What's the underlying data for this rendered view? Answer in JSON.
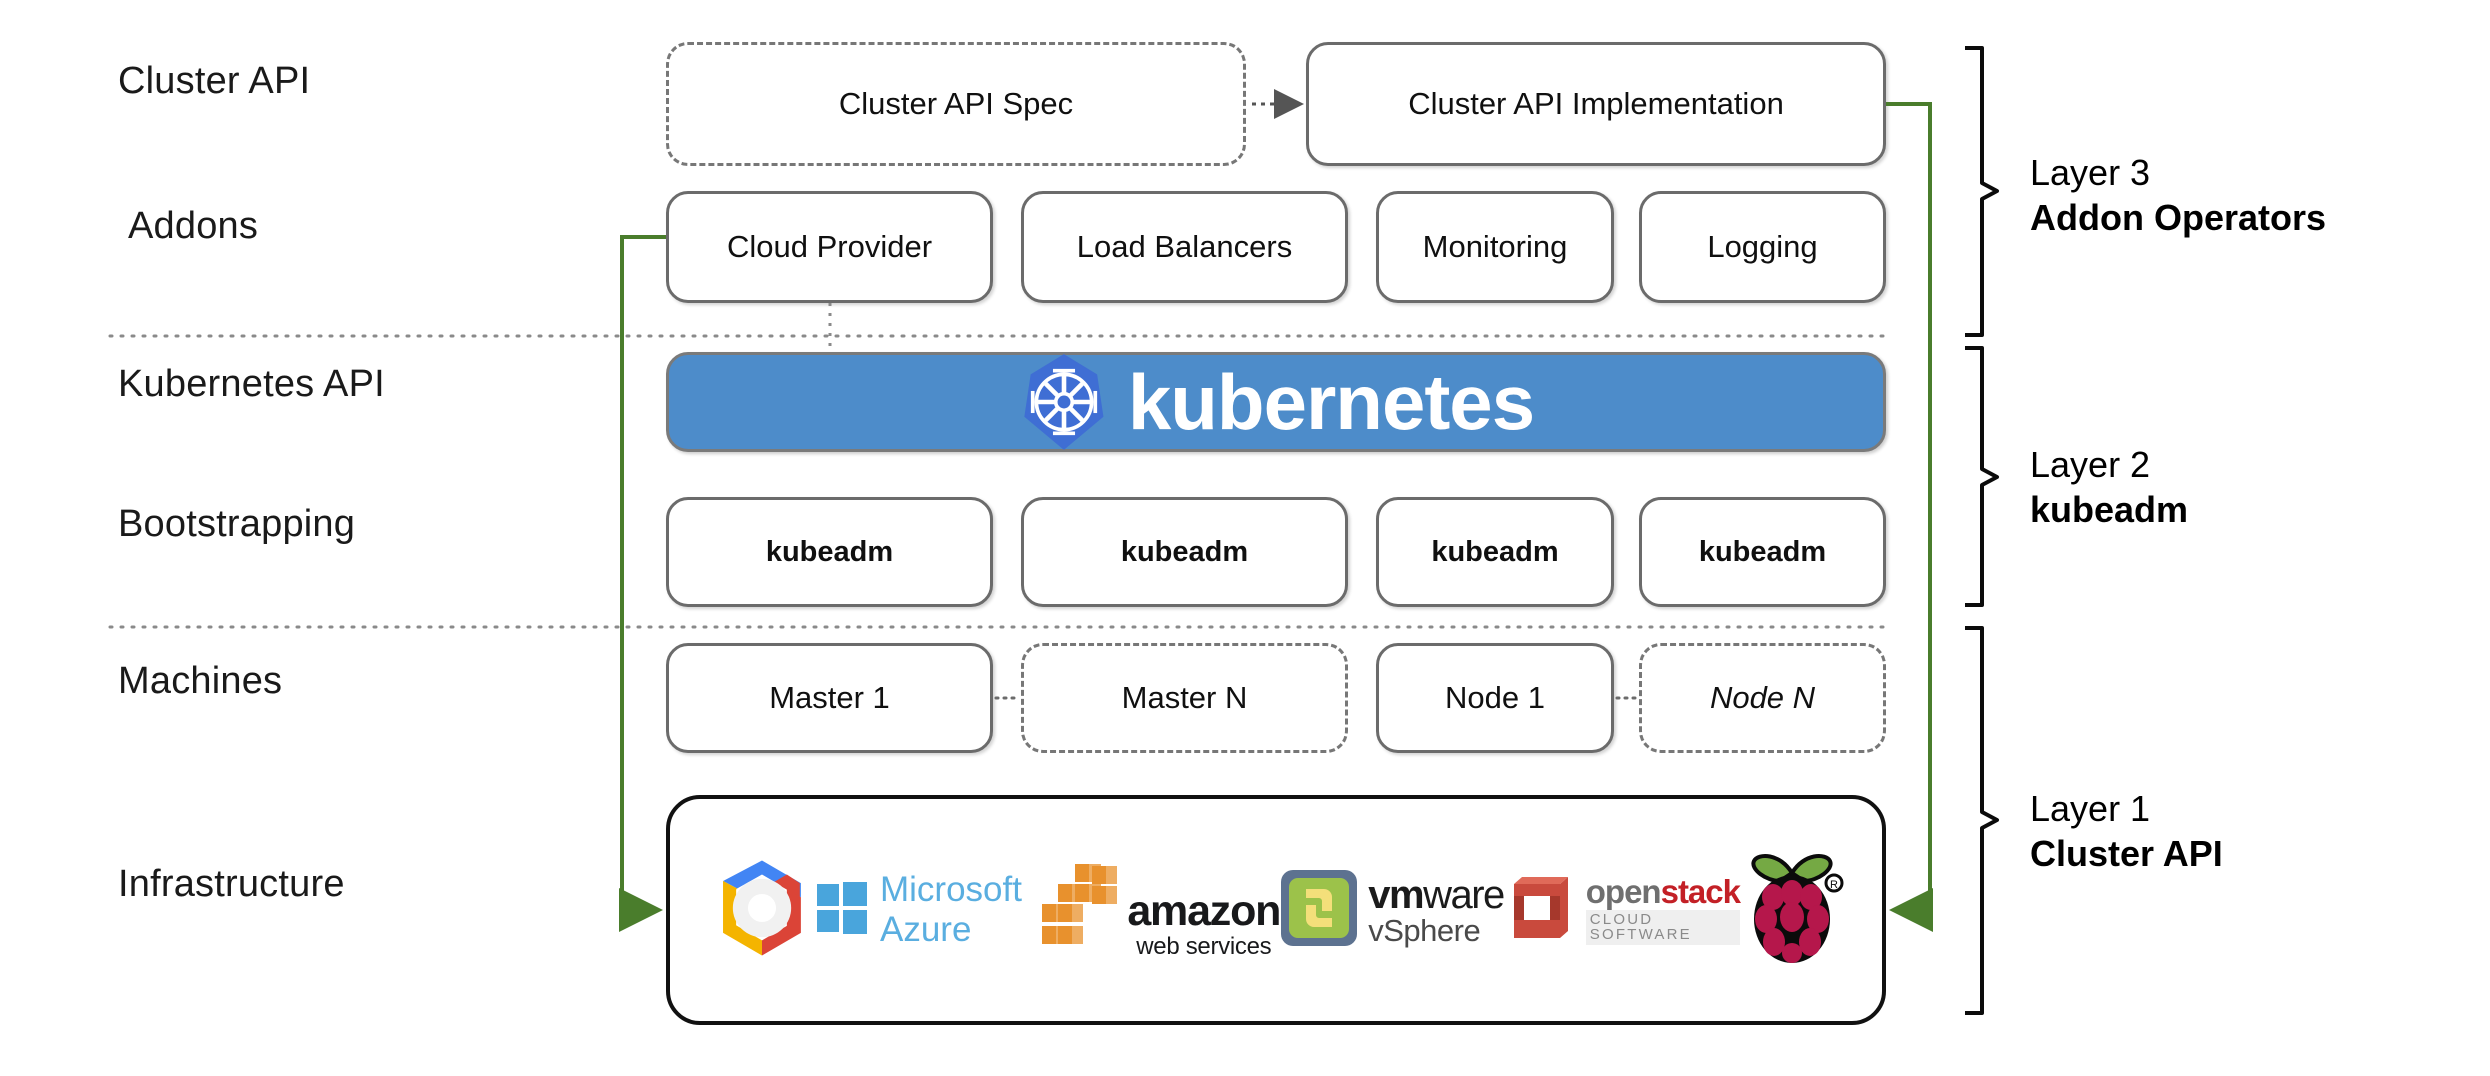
{
  "diagram": {
    "title": "Kubernetes Cluster API layered architecture",
    "background_color": "#ffffff",
    "accent_blue": "#4d8cca",
    "accent_green": "#4a7d2c",
    "box_border": "#6b6b6b"
  },
  "row_labels": [
    {
      "id": "cluster-api",
      "text": "Cluster API"
    },
    {
      "id": "addons",
      "text": "Addons"
    },
    {
      "id": "kubernetes-api",
      "text": "Kubernetes API"
    },
    {
      "id": "bootstrapping",
      "text": "Bootstrapping"
    },
    {
      "id": "machines",
      "text": "Machines"
    },
    {
      "id": "infrastructure",
      "text": "Infrastructure"
    }
  ],
  "cluster_api_row": {
    "spec": {
      "label": "Cluster API Spec",
      "style": "dashed"
    },
    "implementation": {
      "label": "Cluster API Implementation",
      "style": "solid"
    },
    "connector": "dotted-arrow"
  },
  "addons_row": [
    {
      "label": "Cloud Provider",
      "style": "solid"
    },
    {
      "label": "Load Balancers",
      "style": "solid"
    },
    {
      "label": "Monitoring",
      "style": "solid"
    },
    {
      "label": "Logging",
      "style": "solid"
    }
  ],
  "kubernetes_banner": {
    "wordmark": "kubernetes",
    "logo": "kubernetes-helm-wheel",
    "background_color": "#4d8cca",
    "logo_color": "#3f6ed4",
    "text_color": "#ffffff"
  },
  "bootstrapping_row": [
    {
      "label": "kubeadm",
      "style": "solid",
      "bold": true
    },
    {
      "label": "kubeadm",
      "style": "solid",
      "bold": true
    },
    {
      "label": "kubeadm",
      "style": "solid",
      "bold": true
    },
    {
      "label": "kubeadm",
      "style": "solid",
      "bold": true
    }
  ],
  "machines_row": [
    {
      "label": "Master 1",
      "style": "solid",
      "italic": false
    },
    {
      "label": "Master N",
      "style": "dashed",
      "italic": false
    },
    {
      "label": "Node 1",
      "style": "solid",
      "italic": false
    },
    {
      "label": "Node N",
      "style": "dashed",
      "italic": true
    }
  ],
  "infrastructure_row": {
    "providers": [
      {
        "name": "Google Cloud Platform",
        "logo": "gcp-hexagon-icon",
        "text": ""
      },
      {
        "name": "Microsoft Azure",
        "logo": "microsoft-azure-icon",
        "text": "Microsoft Azure"
      },
      {
        "name": "Amazon Web Services",
        "logo": "aws-icon",
        "text": "amazon",
        "subtext": "web services"
      },
      {
        "name": "VMware vSphere",
        "logo": "vmware-icon",
        "text": "vmware",
        "subtext": "vSphere"
      },
      {
        "name": "OpenStack",
        "logo": "openstack-icon",
        "text": "openstack",
        "subtext": "CLOUD SOFTWARE"
      },
      {
        "name": "Raspberry Pi",
        "logo": "raspberry-pi-icon",
        "text": ""
      }
    ]
  },
  "layers": [
    {
      "id": "layer-3",
      "number": "Layer 3",
      "name": "Addon Operators"
    },
    {
      "id": "layer-2",
      "number": "Layer 2",
      "name": "kubeadm"
    },
    {
      "id": "layer-1",
      "number": "Layer 1",
      "name": "Cluster API"
    }
  ],
  "dividers": [
    {
      "id": "divider-upper",
      "style": "dotted"
    },
    {
      "id": "divider-lower",
      "style": "dotted"
    }
  ],
  "arrows": [
    {
      "id": "cloud-provider-to-kubernetes",
      "style": "dashed-vertical",
      "color": "#8a8a8a"
    },
    {
      "id": "cloud-provider-to-infrastructure",
      "style": "green-elbow",
      "color": "#4a7d2c"
    },
    {
      "id": "cluster-api-impl-to-infrastructure",
      "style": "green-elbow",
      "color": "#4a7d2c"
    },
    {
      "id": "spec-to-implementation",
      "style": "dotted-arrow",
      "color": "#555555"
    }
  ]
}
